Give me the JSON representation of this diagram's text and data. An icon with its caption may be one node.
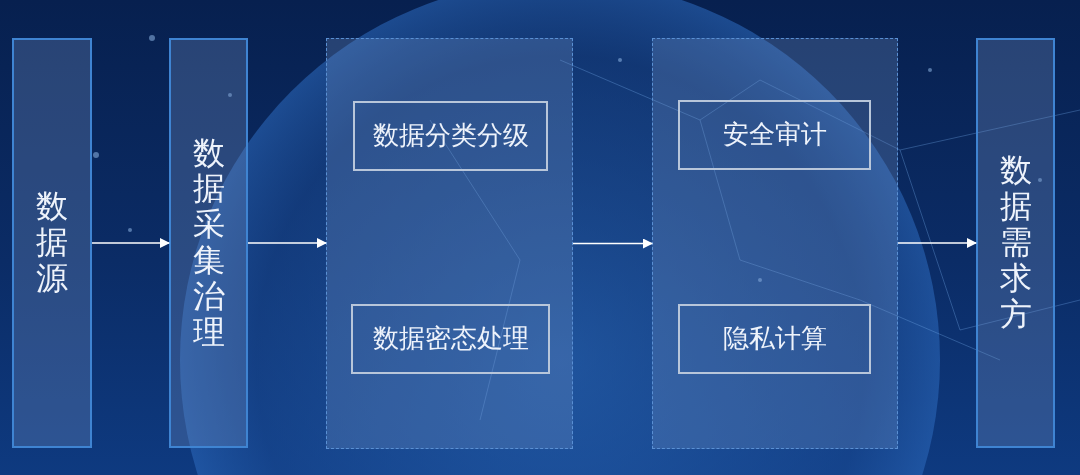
{
  "diagram": {
    "nodes": [
      {
        "text": [
          "数据源"
        ]
      },
      {
        "text": [
          "数据采集治理"
        ]
      },
      {
        "text": [],
        "shape": "box"
      },
      {
        "text": [
          "数据分类分级"
        ],
        "in": 2
      },
      {
        "text": [
          "数据密态处理"
        ],
        "in": 2
      },
      {
        "text": [],
        "shape": "box"
      },
      {
        "text": [
          "安全审计"
        ],
        "in": 5
      },
      {
        "text": [
          "隐私计算"
        ],
        "in": 5
      },
      {
        "text": [
          "数据需求方"
        ]
      }
    ],
    "edges": [
      {
        "from": 0,
        "to": 1,
        "arrow": "to"
      },
      {
        "from": 1,
        "to": 2,
        "arrow": "to"
      },
      {
        "from": 2,
        "to": 5,
        "arrow": "to"
      },
      {
        "from": 5,
        "to": 8,
        "arrow": "to"
      }
    ]
  }
}
